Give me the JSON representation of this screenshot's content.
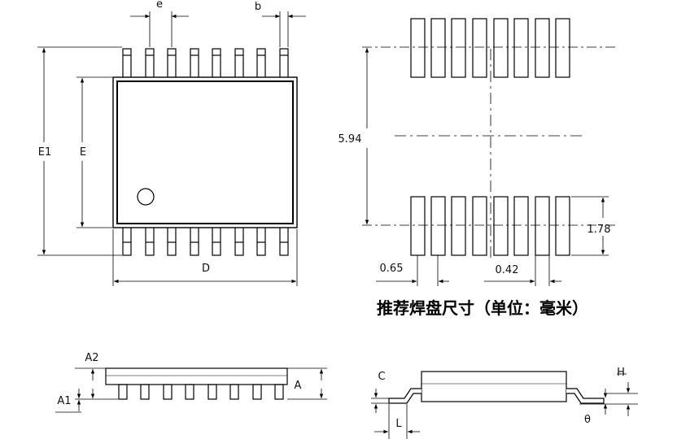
{
  "top_view": {
    "pin_pitch_label": "e",
    "pin_width_label": "b",
    "overall_width_label": "E1",
    "body_width_label": "E",
    "body_length_label": "D"
  },
  "land_pattern": {
    "span": "5.94",
    "pad_length": "1.78",
    "pitch": "0.65",
    "pad_width": "0.42",
    "caption": "推荐焊盘尺寸（单位：毫米）"
  },
  "side_view": {
    "total_height_label": "A",
    "body_height_label": "A2",
    "standoff_label": "A1"
  },
  "end_view": {
    "lead_thickness_label": "C",
    "foot_length_label": "L",
    "height_label": "H",
    "angle_label": "θ"
  }
}
